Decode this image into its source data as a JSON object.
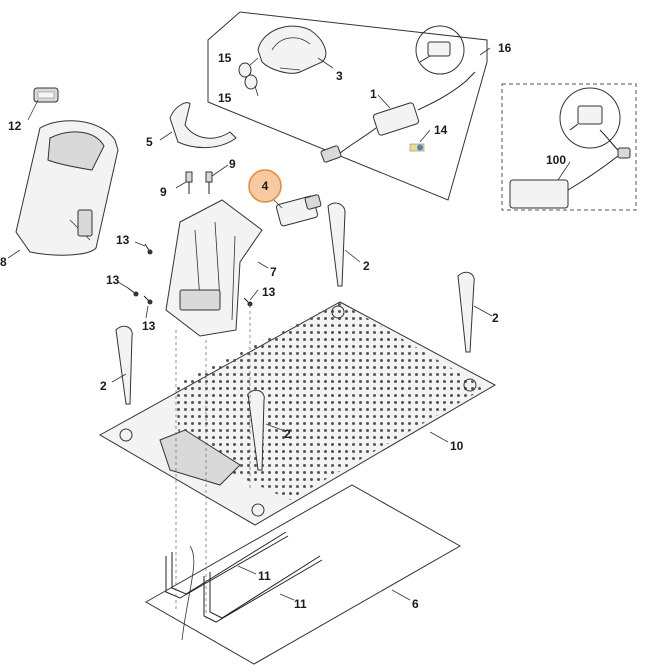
{
  "colors": {
    "highlight_fill": "#f6c9a1",
    "highlight_stroke": "#e38a3c",
    "line": "#222222",
    "perforation": "#555555"
  },
  "highlighted_part": "4",
  "labels": {
    "l1": "1",
    "l2a": "2",
    "l2b": "2",
    "l2c": "2",
    "l2d": "2",
    "l3": "3",
    "l4": "4",
    "l5": "5",
    "l6": "6",
    "l7": "7",
    "l8": "8",
    "l9a": "9",
    "l9b": "9",
    "l10": "10",
    "l11a": "11",
    "l11b": "11",
    "l12": "12",
    "l13a": "13",
    "l13b": "13",
    "l13c": "13",
    "l13d": "13",
    "l14": "14",
    "l15a": "15",
    "l15b": "15",
    "l16": "16",
    "l100": "100"
  }
}
